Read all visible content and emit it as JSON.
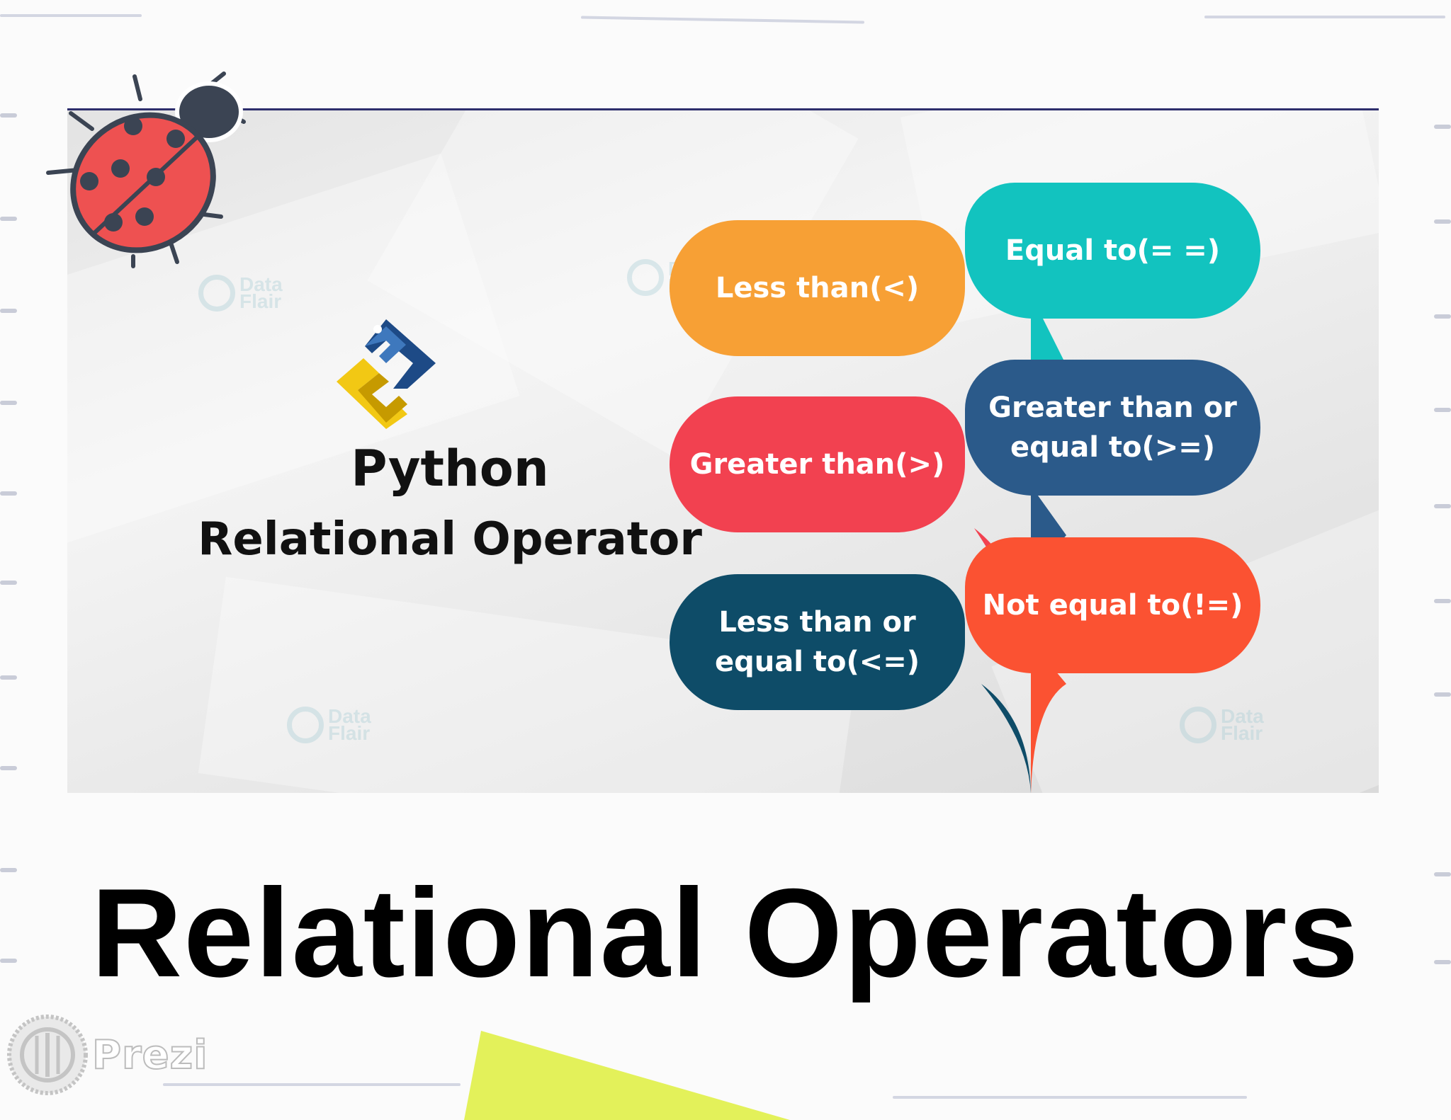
{
  "slide": {
    "image_caption": {
      "line1": "Python",
      "line2": "Relational Operator"
    },
    "operators": [
      {
        "label_lines": [
          "Less than(<)"
        ],
        "color": "#f7a035"
      },
      {
        "label_lines": [
          "Greater than(>)"
        ],
        "color": "#f24150"
      },
      {
        "label_lines": [
          "Less than or",
          "equal to(<=)"
        ],
        "color": "#0e4c68"
      },
      {
        "label_lines": [
          "Equal to(= =)"
        ],
        "color": "#12c3bf"
      },
      {
        "label_lines": [
          "Greater than or",
          "equal to(>=)"
        ],
        "color": "#2b5a8a"
      },
      {
        "label_lines": [
          "Not equal to(!=)"
        ],
        "color": "#fb5232"
      }
    ],
    "watermark_text": [
      "Data",
      "Flair"
    ],
    "title": "Relational Operators"
  },
  "branding": {
    "prezi_label": "Prezi"
  },
  "icons": [
    "ladybug-icon",
    "python-logo-icon",
    "prezi-logo-icon"
  ],
  "colors": {
    "accent_yellow": "#e3f15a",
    "frame_line": "#2d2e6c"
  }
}
